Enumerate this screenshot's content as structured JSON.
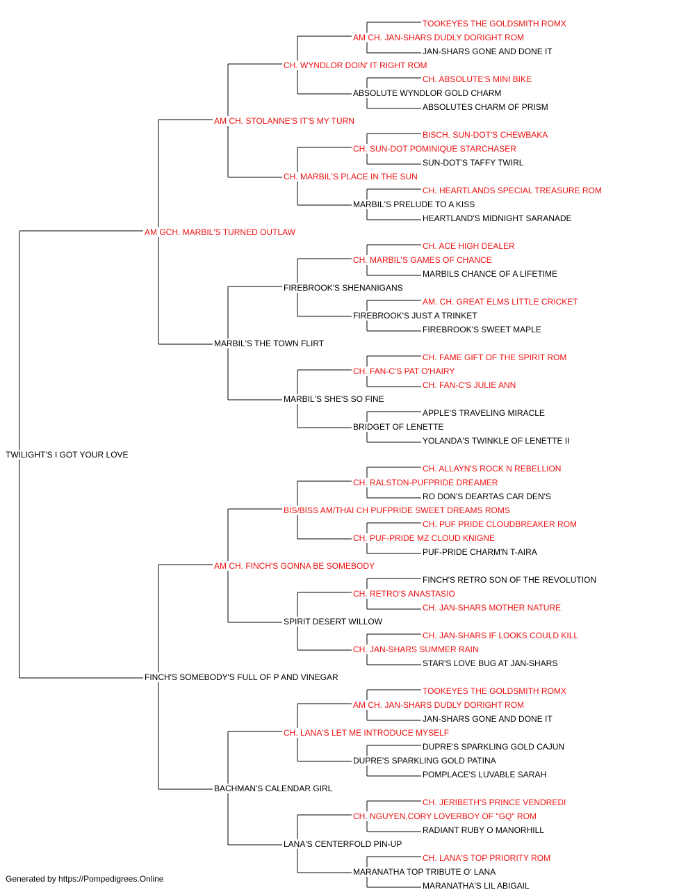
{
  "colors": {
    "champion": "#ee1111",
    "regular": "#000000",
    "line": "#000000"
  },
  "subject": {
    "name": "TWILIGHT'S I GOT YOUR LOVE",
    "champion": false
  },
  "sire": {
    "name": "AM GCH. MARBIL'S TURNED OUTLAW",
    "champion": true
  },
  "dam": {
    "name": "FINCH'S SOMEBODY'S FULL OF P AND VINEGAR",
    "champion": false
  },
  "generation3": [
    {
      "name": "AM CH. STOLANNE'S IT'S MY TURN",
      "champion": true
    },
    {
      "name": "MARBIL'S THE TOWN FLIRT",
      "champion": false
    },
    {
      "name": "AM CH. FINCH'S GONNA BE SOMEBODY",
      "champion": true
    },
    {
      "name": "BACHMAN'S CALENDAR GIRL",
      "champion": false
    }
  ],
  "generation4": [
    {
      "name": "CH. WYNDLOR DOIN' IT RIGHT ROM",
      "champion": true
    },
    {
      "name": "CH. MARBIL'S PLACE IN THE SUN",
      "champion": true
    },
    {
      "name": "FIREBROOK'S SHENANIGANS",
      "champion": false
    },
    {
      "name": "MARBIL'S SHE'S SO FINE",
      "champion": false
    },
    {
      "name": "BIS/BISS AM/THAI CH PUFPRIDE SWEET DREAMS ROMS",
      "champion": true
    },
    {
      "name": "SPIRIT DESERT WILLOW",
      "champion": false
    },
    {
      "name": "CH. LANA'S LET ME INTRODUCE MYSELF",
      "champion": true
    },
    {
      "name": "LANA'S CENTERFOLD PIN-UP",
      "champion": false
    }
  ],
  "generation5": [
    {
      "name": "AM CH. JAN-SHARS DUDLY DORIGHT ROM",
      "champion": true
    },
    {
      "name": "ABSOLUTE WYNDLOR GOLD CHARM",
      "champion": false
    },
    {
      "name": "CH. SUN-DOT POMINIQUE STARCHASER",
      "champion": true
    },
    {
      "name": "MARBIL'S PRELUDE TO A KISS",
      "champion": false
    },
    {
      "name": "CH. MARBIL'S GAMES OF CHANCE",
      "champion": true
    },
    {
      "name": "FIREBROOK'S JUST A TRINKET",
      "champion": false
    },
    {
      "name": "CH. FAN-C'S PAT O'HAIRY",
      "champion": true
    },
    {
      "name": "BRIDGET OF LENETTE",
      "champion": false
    },
    {
      "name": "CH. RALSTON-PUFPRIDE DREAMER",
      "champion": true
    },
    {
      "name": "CH. PUF-PRIDE MZ CLOUD KNIGNE",
      "champion": true
    },
    {
      "name": "CH. RETRO'S ANASTASIO",
      "champion": true
    },
    {
      "name": "CH. JAN-SHARS SUMMER RAIN",
      "champion": true
    },
    {
      "name": "AM CH. JAN-SHARS DUDLY DORIGHT ROM",
      "champion": true
    },
    {
      "name": "DUPRE'S SPARKLING GOLD PATINA",
      "champion": false
    },
    {
      "name": "CH. NGUYEN,CORY LOVERBOY OF \"GQ\" ROM",
      "champion": true
    },
    {
      "name": "MARANATHA TOP TRIBUTE O' LANA",
      "champion": false
    }
  ],
  "generation6": [
    {
      "name": "TOOKEYES THE GOLDSMITH ROMX",
      "champion": true
    },
    {
      "name": "JAN-SHARS GONE AND DONE IT",
      "champion": false
    },
    {
      "name": "CH. ABSOLUTE'S MINI BIKE",
      "champion": true
    },
    {
      "name": "ABSOLUTES CHARM OF PRISM",
      "champion": false
    },
    {
      "name": "BISCH. SUN-DOT'S CHEWBAKA",
      "champion": true
    },
    {
      "name": "SUN-DOT'S TAFFY TWIRL",
      "champion": false
    },
    {
      "name": "CH. HEARTLANDS SPECIAL TREASURE ROM",
      "champion": true
    },
    {
      "name": "HEARTLAND'S MIDNIGHT SARANADE",
      "champion": false
    },
    {
      "name": "CH. ACE HIGH DEALER",
      "champion": true
    },
    {
      "name": "MARBILS CHANCE OF A LIFETIME",
      "champion": false
    },
    {
      "name": "AM. CH. GREAT ELMS LITTLE CRICKET",
      "champion": true
    },
    {
      "name": "FIREBROOK'S SWEET MAPLE",
      "champion": false
    },
    {
      "name": "CH. FAME GIFT OF THE SPIRIT ROM",
      "champion": true
    },
    {
      "name": "CH. FAN-C'S JULIE ANN",
      "champion": true
    },
    {
      "name": "APPLE'S TRAVELING MIRACLE",
      "champion": false
    },
    {
      "name": "YOLANDA'S TWINKLE OF LENETTE II",
      "champion": false
    },
    {
      "name": "CH. ALLAYN'S ROCK N REBELLION",
      "champion": true
    },
    {
      "name": "RO DON'S DEARTAS CAR DEN'S",
      "champion": false
    },
    {
      "name": "CH. PUF PRIDE CLOUDBREAKER ROM",
      "champion": true
    },
    {
      "name": "PUF-PRIDE CHARM'N T-AIRA",
      "champion": false
    },
    {
      "name": "FINCH'S RETRO SON OF THE REVOLUTION",
      "champion": false
    },
    {
      "name": "CH. JAN-SHARS MOTHER NATURE",
      "champion": true
    },
    {
      "name": "CH. JAN-SHARS IF LOOKS COULD KILL",
      "champion": true
    },
    {
      "name": "STAR'S LOVE BUG AT JAN-SHARS",
      "champion": false
    },
    {
      "name": "TOOKEYES THE GOLDSMITH ROMX",
      "champion": true
    },
    {
      "name": "JAN-SHARS GONE AND DONE IT",
      "champion": false
    },
    {
      "name": "DUPRE'S SPARKLING GOLD CAJUN",
      "champion": false
    },
    {
      "name": "POMPLACE'S LUVABLE SARAH",
      "champion": false
    },
    {
      "name": "CH. JERIBETH'S PRINCE VENDREDI",
      "champion": true
    },
    {
      "name": "RADIANT RUBY O MANORHILL",
      "champion": false
    },
    {
      "name": "CH. LANA'S TOP PRIORITY ROM",
      "champion": true
    },
    {
      "name": "MARANATHA'S LIL ABIGAIL",
      "champion": false
    }
  ],
  "footer": "Generated by https://Pompedigrees.Online"
}
